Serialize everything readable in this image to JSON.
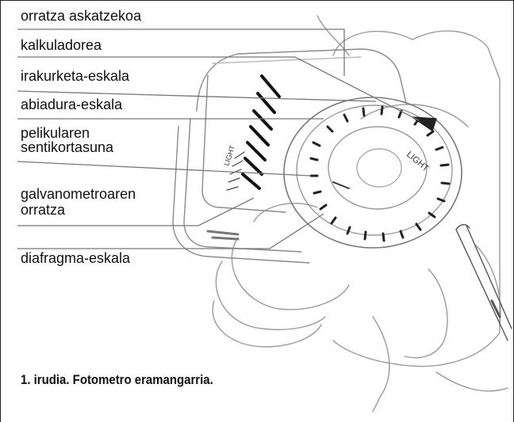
{
  "labels": {
    "needle_release": "orratza askatzekoa",
    "calculator": "kalkuladorea",
    "reading_scale": "irakurketa-eskala",
    "speed_scale": "abiadura-eskala",
    "film_sensitivity_1": "pelikularen",
    "film_sensitivity_2": "sentikortasuna",
    "galvanometer_needle_1": "galvanometroaren",
    "galvanometer_needle_2": "orratza",
    "aperture_scale": "diafragma-eskala"
  },
  "meter_text": {
    "light_scale": "LIGHT",
    "light_dial": "LIGHT"
  },
  "caption": "1. irudia. Fotometro eramangarria."
}
